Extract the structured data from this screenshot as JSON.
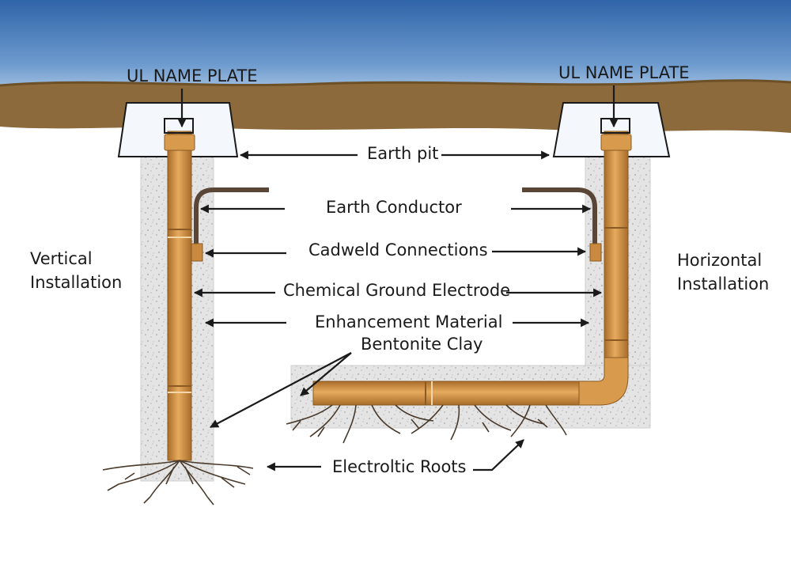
{
  "labels": {
    "left_plate": "UL NAME PLATE",
    "right_plate": "UL NAME  PLATE",
    "earth_pit": "Earth pit",
    "earth_conductor": "Earth Conductor",
    "cadweld": "Cadweld Connections",
    "electrode": "Chemical Ground Electrode",
    "enhancement": "Enhancement Material",
    "bentonite": "Bentonite Clay",
    "roots": "Electroltic Roots",
    "vertical_line1": "Vertical",
    "vertical_line2": "Installation",
    "horizontal_line1": "Horizontal",
    "horizontal_line2": "Installation"
  },
  "colors": {
    "sky_top": "#2f64a8",
    "sky_bottom": "#dce8f4",
    "ground": "#8c6a3c",
    "pipe": "#d89a4c",
    "pipe_dark": "#a86c2a",
    "backfill": "#e3e3e3",
    "conductor": "#5a4636",
    "text": "#1a1a1a"
  }
}
